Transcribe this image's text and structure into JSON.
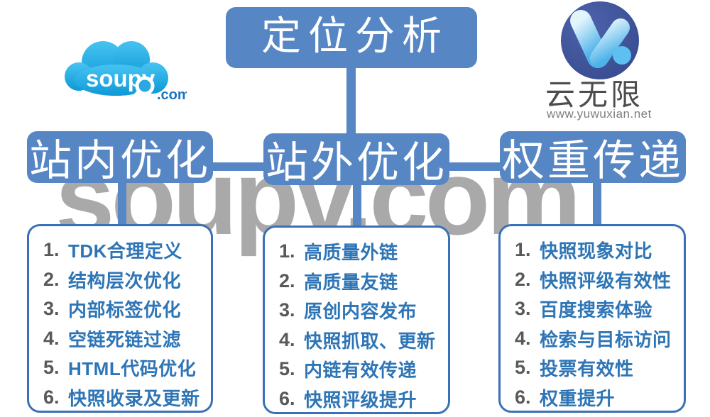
{
  "root": {
    "label": "定位分析"
  },
  "watermark": "soupv.com",
  "logos": {
    "soupv": {
      "text": "soupv",
      "suffix": ".com"
    },
    "yuwuxian": {
      "name": "云无限",
      "url": "www.yuwuxian.net"
    }
  },
  "columns": [
    {
      "header": "站内优化",
      "items": [
        "TDK合理定义",
        "结构层次优化",
        "内部标签优化",
        "空链死链过滤",
        "HTML代码优化",
        "快照收录及更新"
      ]
    },
    {
      "header": "站外优化",
      "items": [
        "高质量外链",
        "高质量友链",
        "原创内容发布",
        "快照抓取、更新",
        "内链有效传递",
        "快照评级提升"
      ]
    },
    {
      "header": "权重传递",
      "items": [
        "快照现象对比",
        "快照评级有效性",
        "百度搜索体验",
        "检索与目标访问",
        "投票有效性",
        "权重提升"
      ]
    }
  ],
  "colors": {
    "box_blue": "#5786c4",
    "list_border_blue": "#3a70b8",
    "item_text_blue": "#2e75b6",
    "item_number_gray": "#595959",
    "watermark_gray": "#a9a9a9"
  }
}
